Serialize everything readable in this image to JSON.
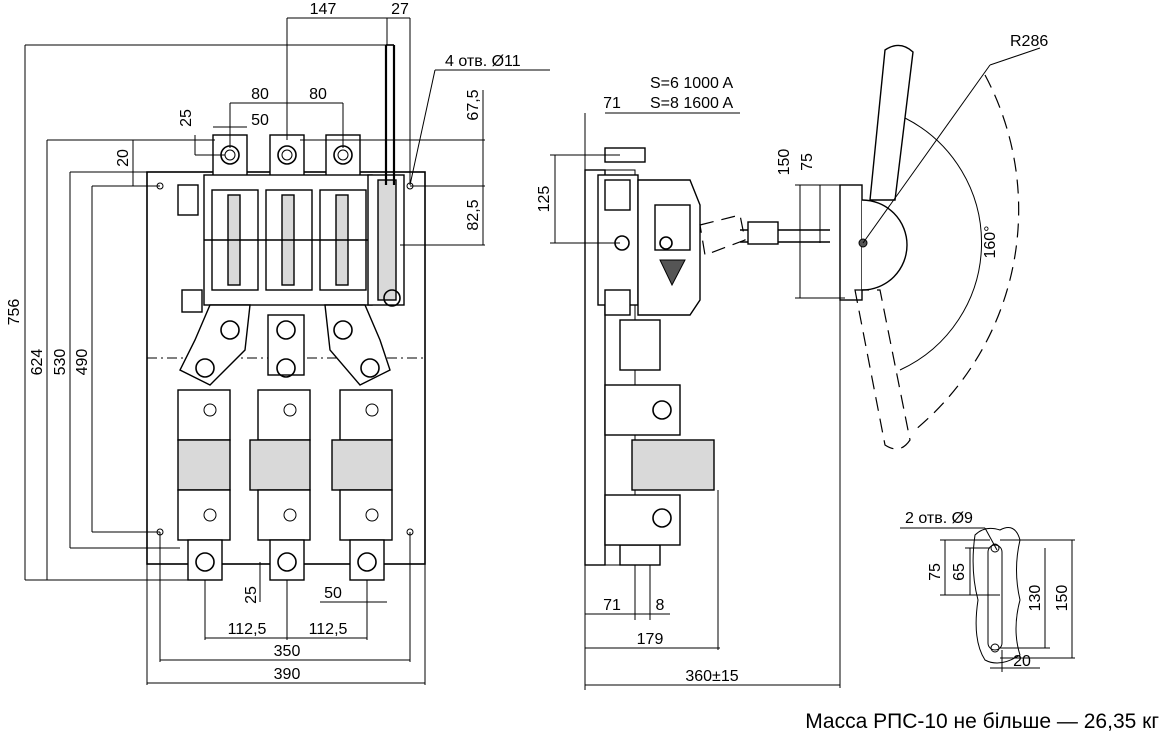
{
  "front_view": {
    "dims": {
      "d147": "147",
      "d27": "27",
      "holes4": "4 отв. Ø11",
      "d80a": "80",
      "d80b": "80",
      "d25top": "25",
      "d50top": "50",
      "d67_5": "67,5",
      "d20": "20",
      "d82_5": "82,5",
      "d756": "756",
      "d624": "624",
      "d530": "530",
      "d490": "490",
      "d25bot": "25",
      "d50bot": "50",
      "d112_5a": "112,5",
      "d112_5b": "112,5",
      "d350": "350",
      "d390": "390"
    }
  },
  "side_view": {
    "dims": {
      "s6": "S=6 1000 A",
      "s8": "S=8 1600 A",
      "d71top": "71",
      "d125": "125",
      "d150": "150",
      "d75": "75",
      "r286": "R286",
      "angle": "160°",
      "d71bot": "71",
      "d8": "8",
      "d179": "179",
      "d360": "360±15"
    }
  },
  "detail_view": {
    "dims": {
      "holes2": "2 отв. Ø9",
      "d75": "75",
      "d65": "65",
      "d130": "130",
      "d150": "150",
      "d20": "20"
    }
  },
  "mass_note": "Масса РПС-10 не більше — 26,35 кг"
}
